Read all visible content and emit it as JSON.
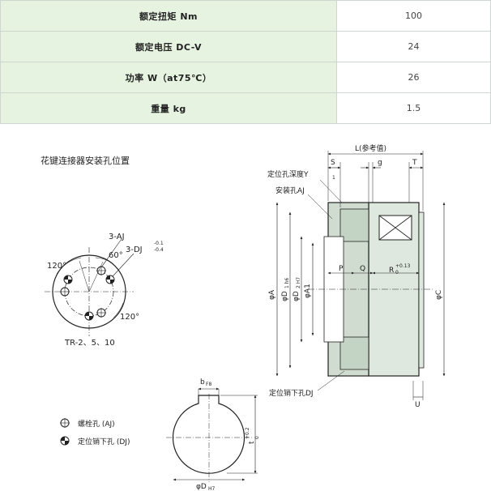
{
  "specs": [
    {
      "label": "额定扭矩 Nm",
      "value": "100"
    },
    {
      "label": "额定电压 DC-V",
      "value": "24"
    },
    {
      "label": "功率 W（at75℃）",
      "value": "26"
    },
    {
      "label": "重量 kg",
      "value": "1.5"
    }
  ],
  "left_diagram": {
    "title": "花键连接器安装孔位置",
    "label_3aj": "3-AJ",
    "label_3dj": "3-DJ",
    "dj_tol_upper": "-0.1",
    "dj_tol_lower": "-0.4",
    "angle_60": "60°",
    "angle_120_left": "120°",
    "angle_120_right": "120°",
    "model_note": "TR-2、5、10"
  },
  "right_diagram": {
    "L_label": "L(参考值)",
    "S": "S",
    "g": "g",
    "T": "T",
    "y1_label": "定位孔深度Y",
    "y1_sub": "1",
    "aj_label": "安装孔AJ",
    "P": "P",
    "Q": "Q",
    "R": "R",
    "R_tol_upper": "+0.13",
    "R_tol_lower": "0",
    "phiA": "φA",
    "phiD1": "φD",
    "phiD1_sub": "1 h6",
    "phiD2": "φD",
    "phiD2_sub": "2 H7",
    "phiA1": "φA1",
    "phiC": "φC",
    "dj_label": "定位销下孔DJ",
    "U": "U"
  },
  "bottom": {
    "bolt_hole": "螺栓孔 (AJ)",
    "pin_hole": "定位销下孔 (DJ)",
    "b": "b",
    "b_sub": "F8",
    "t": "t",
    "t_tol_upper": "+0.2",
    "t_tol_lower": "0",
    "phiD": "φD",
    "phiD_sub": "H7"
  }
}
